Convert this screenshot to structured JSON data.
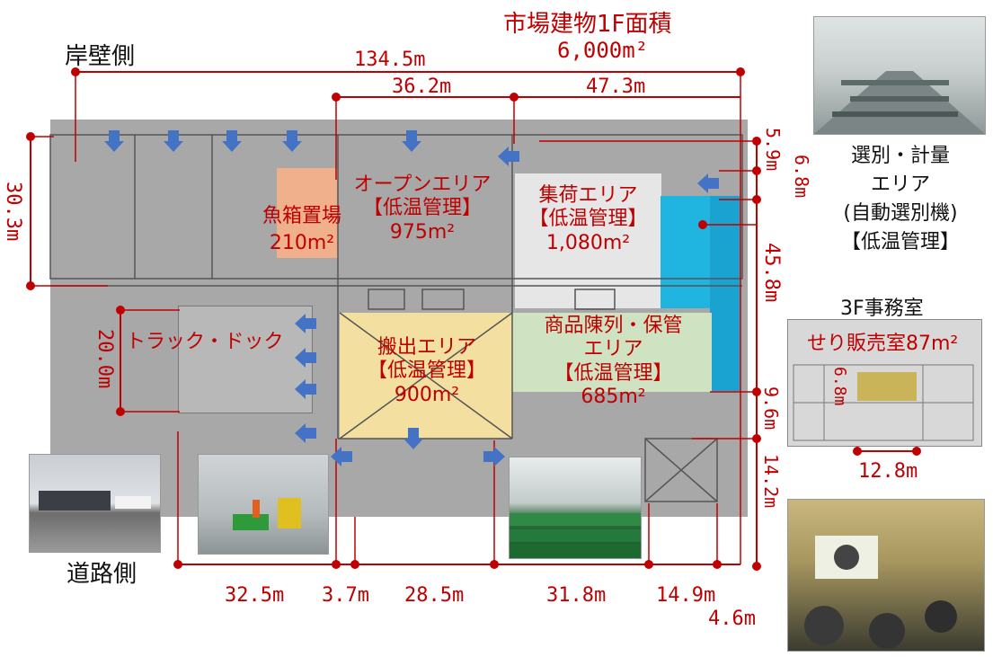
{
  "title": {
    "line1": "市場建物1F面積",
    "line2": "6,000m²"
  },
  "side_labels": {
    "quay": "岸壁側",
    "road": "道路側"
  },
  "dimensions": {
    "overall_width": "134.5m",
    "open_width": "36.2m",
    "collect_width": "47.3m",
    "depth_left": "30.3m",
    "right_top": "5.9m",
    "right_top2": "6.8m",
    "right_mid": "45.8m",
    "dock_height": "20.0m",
    "right_low": "9.6m",
    "right_bottom": "14.2m",
    "bottom_1": "32.5m",
    "bottom_2": "3.7m",
    "bottom_3": "28.5m",
    "bottom_4": "31.8m",
    "bottom_5": "14.9m",
    "bottom_6": "4.6m"
  },
  "zones": {
    "fishbox": {
      "name": "魚箱置場",
      "area": "210m²"
    },
    "open": {
      "name": "オープンエリア",
      "control": "【低温管理】",
      "area": "975m²"
    },
    "collect": {
      "name": "集荷エリア",
      "control": "【低温管理】",
      "area": "1,080m²"
    },
    "truck": {
      "name": "トラック・ドック"
    },
    "outgoing": {
      "name": "搬出エリア",
      "control": "【低温管理】",
      "area": "900m²"
    },
    "display": {
      "name1": "商品陳列・保管",
      "name2": "エリア",
      "control": "【低温管理】",
      "area": "685m²"
    }
  },
  "sorting": {
    "line1": "選別・計量",
    "line2": "エリア",
    "line3": "(自動選別機)",
    "line4": "【低温管理】"
  },
  "office": {
    "title": "3F事務室",
    "room": "せり販売室87m²",
    "dim_w": "12.8m",
    "dim_h": "6.8m"
  },
  "colors": {
    "accent_red": "#c00000",
    "arrow_blue": "#4472c4",
    "orange_zone": "#f8b48a",
    "yellow_zone": "#f5dfa0",
    "green_zone": "#cfe6c0",
    "cyan_zone": "#1fb5e0"
  }
}
